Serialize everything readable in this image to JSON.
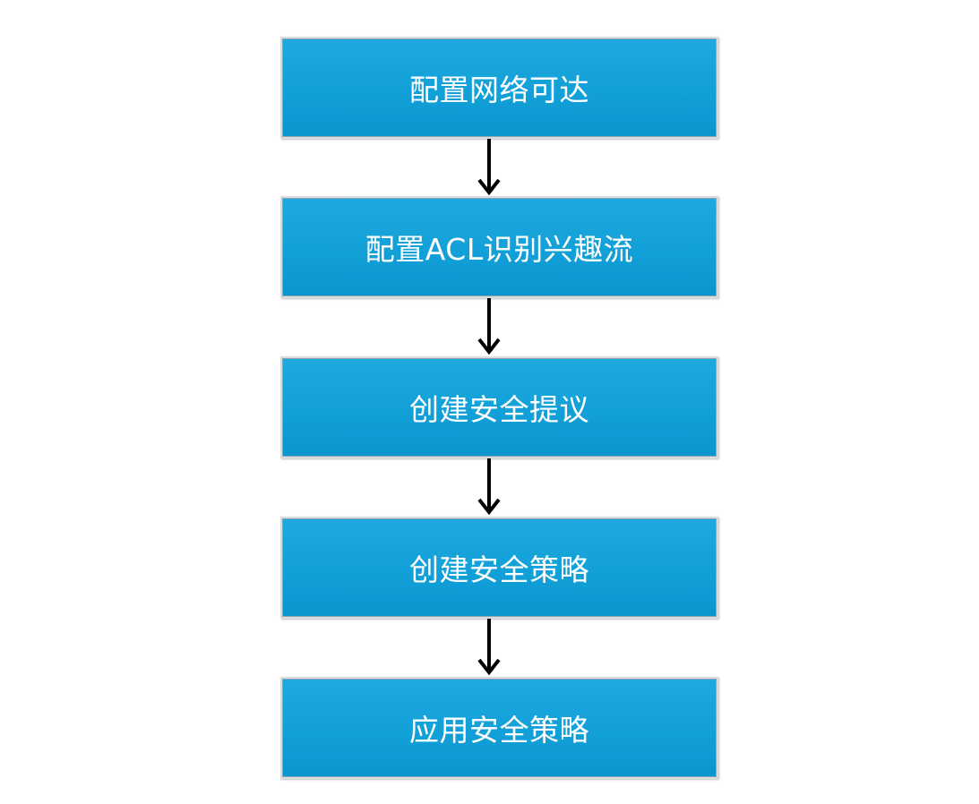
{
  "flowchart": {
    "steps": [
      {
        "label": "配置网络可达"
      },
      {
        "label": "配置ACL识别兴趣流"
      },
      {
        "label": "创建安全提议"
      },
      {
        "label": "创建安全策略"
      },
      {
        "label": "应用安全策略"
      }
    ],
    "colors": {
      "box_fill": "#12a0d8",
      "box_border": "#d9dde0",
      "text": "#ffffff",
      "arrow": "#000000"
    }
  }
}
